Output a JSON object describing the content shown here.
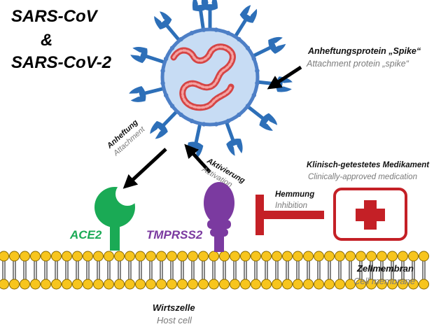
{
  "title": {
    "line1": "SARS-CoV",
    "line2": "&",
    "line3": "SARS-CoV-2"
  },
  "labels": {
    "spike_de": "Anheftungsprotein „Spike“",
    "spike_en": "Attachment protein „spike“",
    "attach_de": "Anheftung",
    "attach_en": "Attachment",
    "activation_de": "Aktivierung",
    "activation_en": "Activation",
    "drug_de": "Klinisch-getestetes Medikament",
    "drug_en": "Clinically-approved medication",
    "inhibition_de": "Hemmung",
    "inhibition_en": "Inhibition",
    "ace2": "ACE2",
    "tmprss2": "TMPRSS2",
    "membrane_de": "Zellmembran",
    "membrane_en": "Cell membrane",
    "host_de": "Wirtszelle",
    "host_en": "Host cell"
  },
  "colors": {
    "virus_body": "#c7dcf4",
    "virus_outline": "#4d7fc6",
    "spike": "#2d6fb8",
    "rna": "#d64545",
    "ace2": "#1aaa55",
    "tmprss2": "#7b3aa0",
    "inhibitor": "#c42026",
    "lipid_head": "#f7c51e"
  },
  "icons": [
    "virus-icon",
    "ace2-receptor-icon",
    "tmprss2-protease-icon",
    "inhibition-bar-icon",
    "medication-cross-icon"
  ]
}
